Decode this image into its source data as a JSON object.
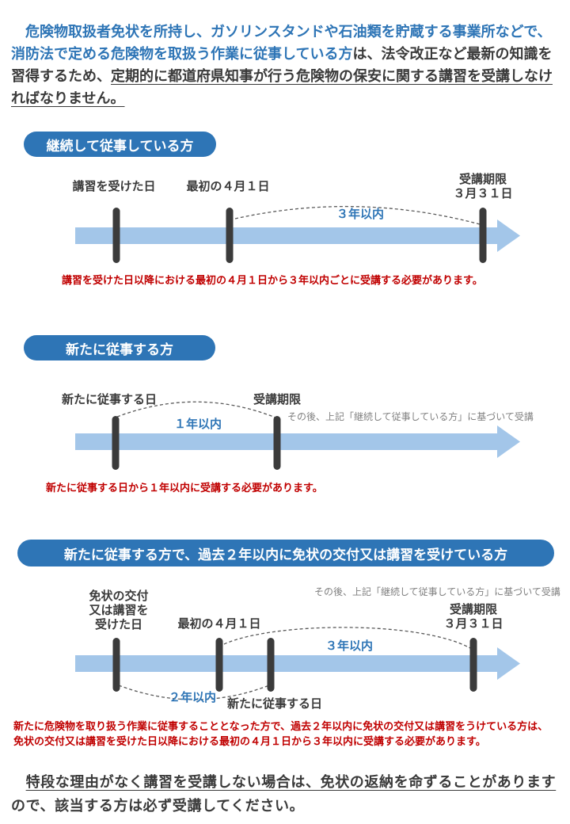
{
  "colors": {
    "accent": "#2e75b6",
    "band": "#a3c6e9",
    "red": "#c00000",
    "text": "#3a3a3a",
    "gray": "#808080",
    "tick": "#3b3b3b"
  },
  "intro": {
    "highlight": "　危険物取扱者免状を所持し、ガソリンスタンドや石油類を貯蔵する事業所などで、消防法で定める危険物を取扱う作業に従事している方",
    "middle": "は、法令改正など最新の知識を習得するため、",
    "underlined": "定期的に都道府県知事が行う危険物の保安に関する講習を受講しなければなりません。"
  },
  "section1": {
    "heading": "継続して従事している方",
    "labels": {
      "start": "講習を受けた日",
      "april": "最初の４月１日",
      "deadline_title": "受講期限",
      "deadline_date": "３月３１日"
    },
    "duration": "３年以内",
    "caption": "講習を受けた日以降における最初の４月１日から３年以内ごとに受講する必要があります。"
  },
  "section2": {
    "heading": "新たに従事する方",
    "labels": {
      "start": "新たに従事する日",
      "deadline": "受講期限"
    },
    "duration": "１年以内",
    "note": "その後、上記「継続して従事している方」に基づいて受講",
    "caption": "新たに従事する日から１年以内に受講する必要があります。"
  },
  "section3": {
    "heading": "新たに従事する方で、過去２年以内に免状の交付又は講習を受けている方",
    "note": "その後、上記「継続して従事している方」に基づいて受講",
    "labels": {
      "issue_line1": "免状の交付",
      "issue_line2": "又は講習を",
      "issue_line3": "受けた日",
      "april": "最初の４月１日",
      "newwork": "新たに従事する日",
      "deadline_title": "受講期限",
      "deadline_date": "３月３１日"
    },
    "duration_long": "３年以内",
    "duration_short": "２年以内",
    "caption_line1": "新たに危険物を取り扱う作業に従事することとなった方で、過去２年以内に免状の交付又は講習をうけている方は、",
    "caption_line2": "免状の交付又は講習を受けた日以降における最初の４月１日から３年以内に受講する必要があります。"
  },
  "footer": {
    "indent": "　",
    "underlined": "特段な理由がなく講習を受講しない場合は、免状の返納を命ずることがあります",
    "rest": "ので、該当する方は必ず受講してください。"
  }
}
